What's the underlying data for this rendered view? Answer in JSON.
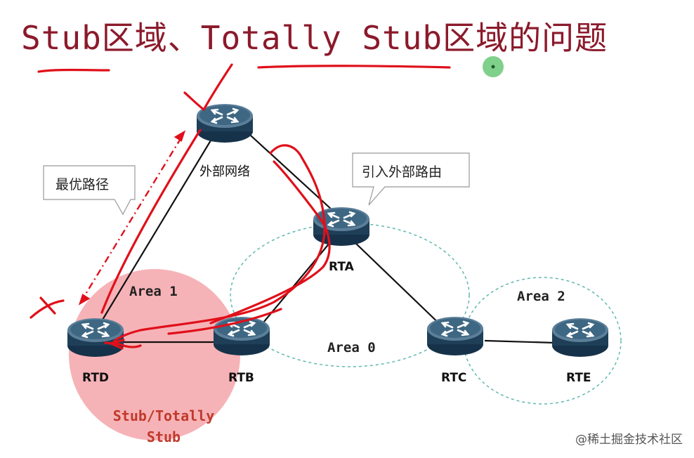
{
  "title": "Stub区域、Totally Stub区域的问题",
  "routers": {
    "external": "外部网络",
    "rta": "RTA",
    "rtb": "RTB",
    "rtc": "RTC",
    "rtd": "RTD",
    "rte": "RTE"
  },
  "areas": {
    "area1": "Area 1",
    "area0": "Area 0",
    "area2": "Area 2"
  },
  "callouts": {
    "best_path": "最优路径",
    "import_external": "引入外部路由"
  },
  "stub_label": {
    "line1": "Stub/Totally",
    "line2": "Stub"
  },
  "watermark": "@稀土掘金技术社区",
  "colors": {
    "title": "#8b1a2b",
    "area1_fill": "#f4a6aa",
    "dashed_area": "#5fb8b0",
    "annotation_red": "#e0101a",
    "stub_text": "#c0392b",
    "router_dark": "#1f3f58",
    "router_light": "#5c7f99"
  }
}
